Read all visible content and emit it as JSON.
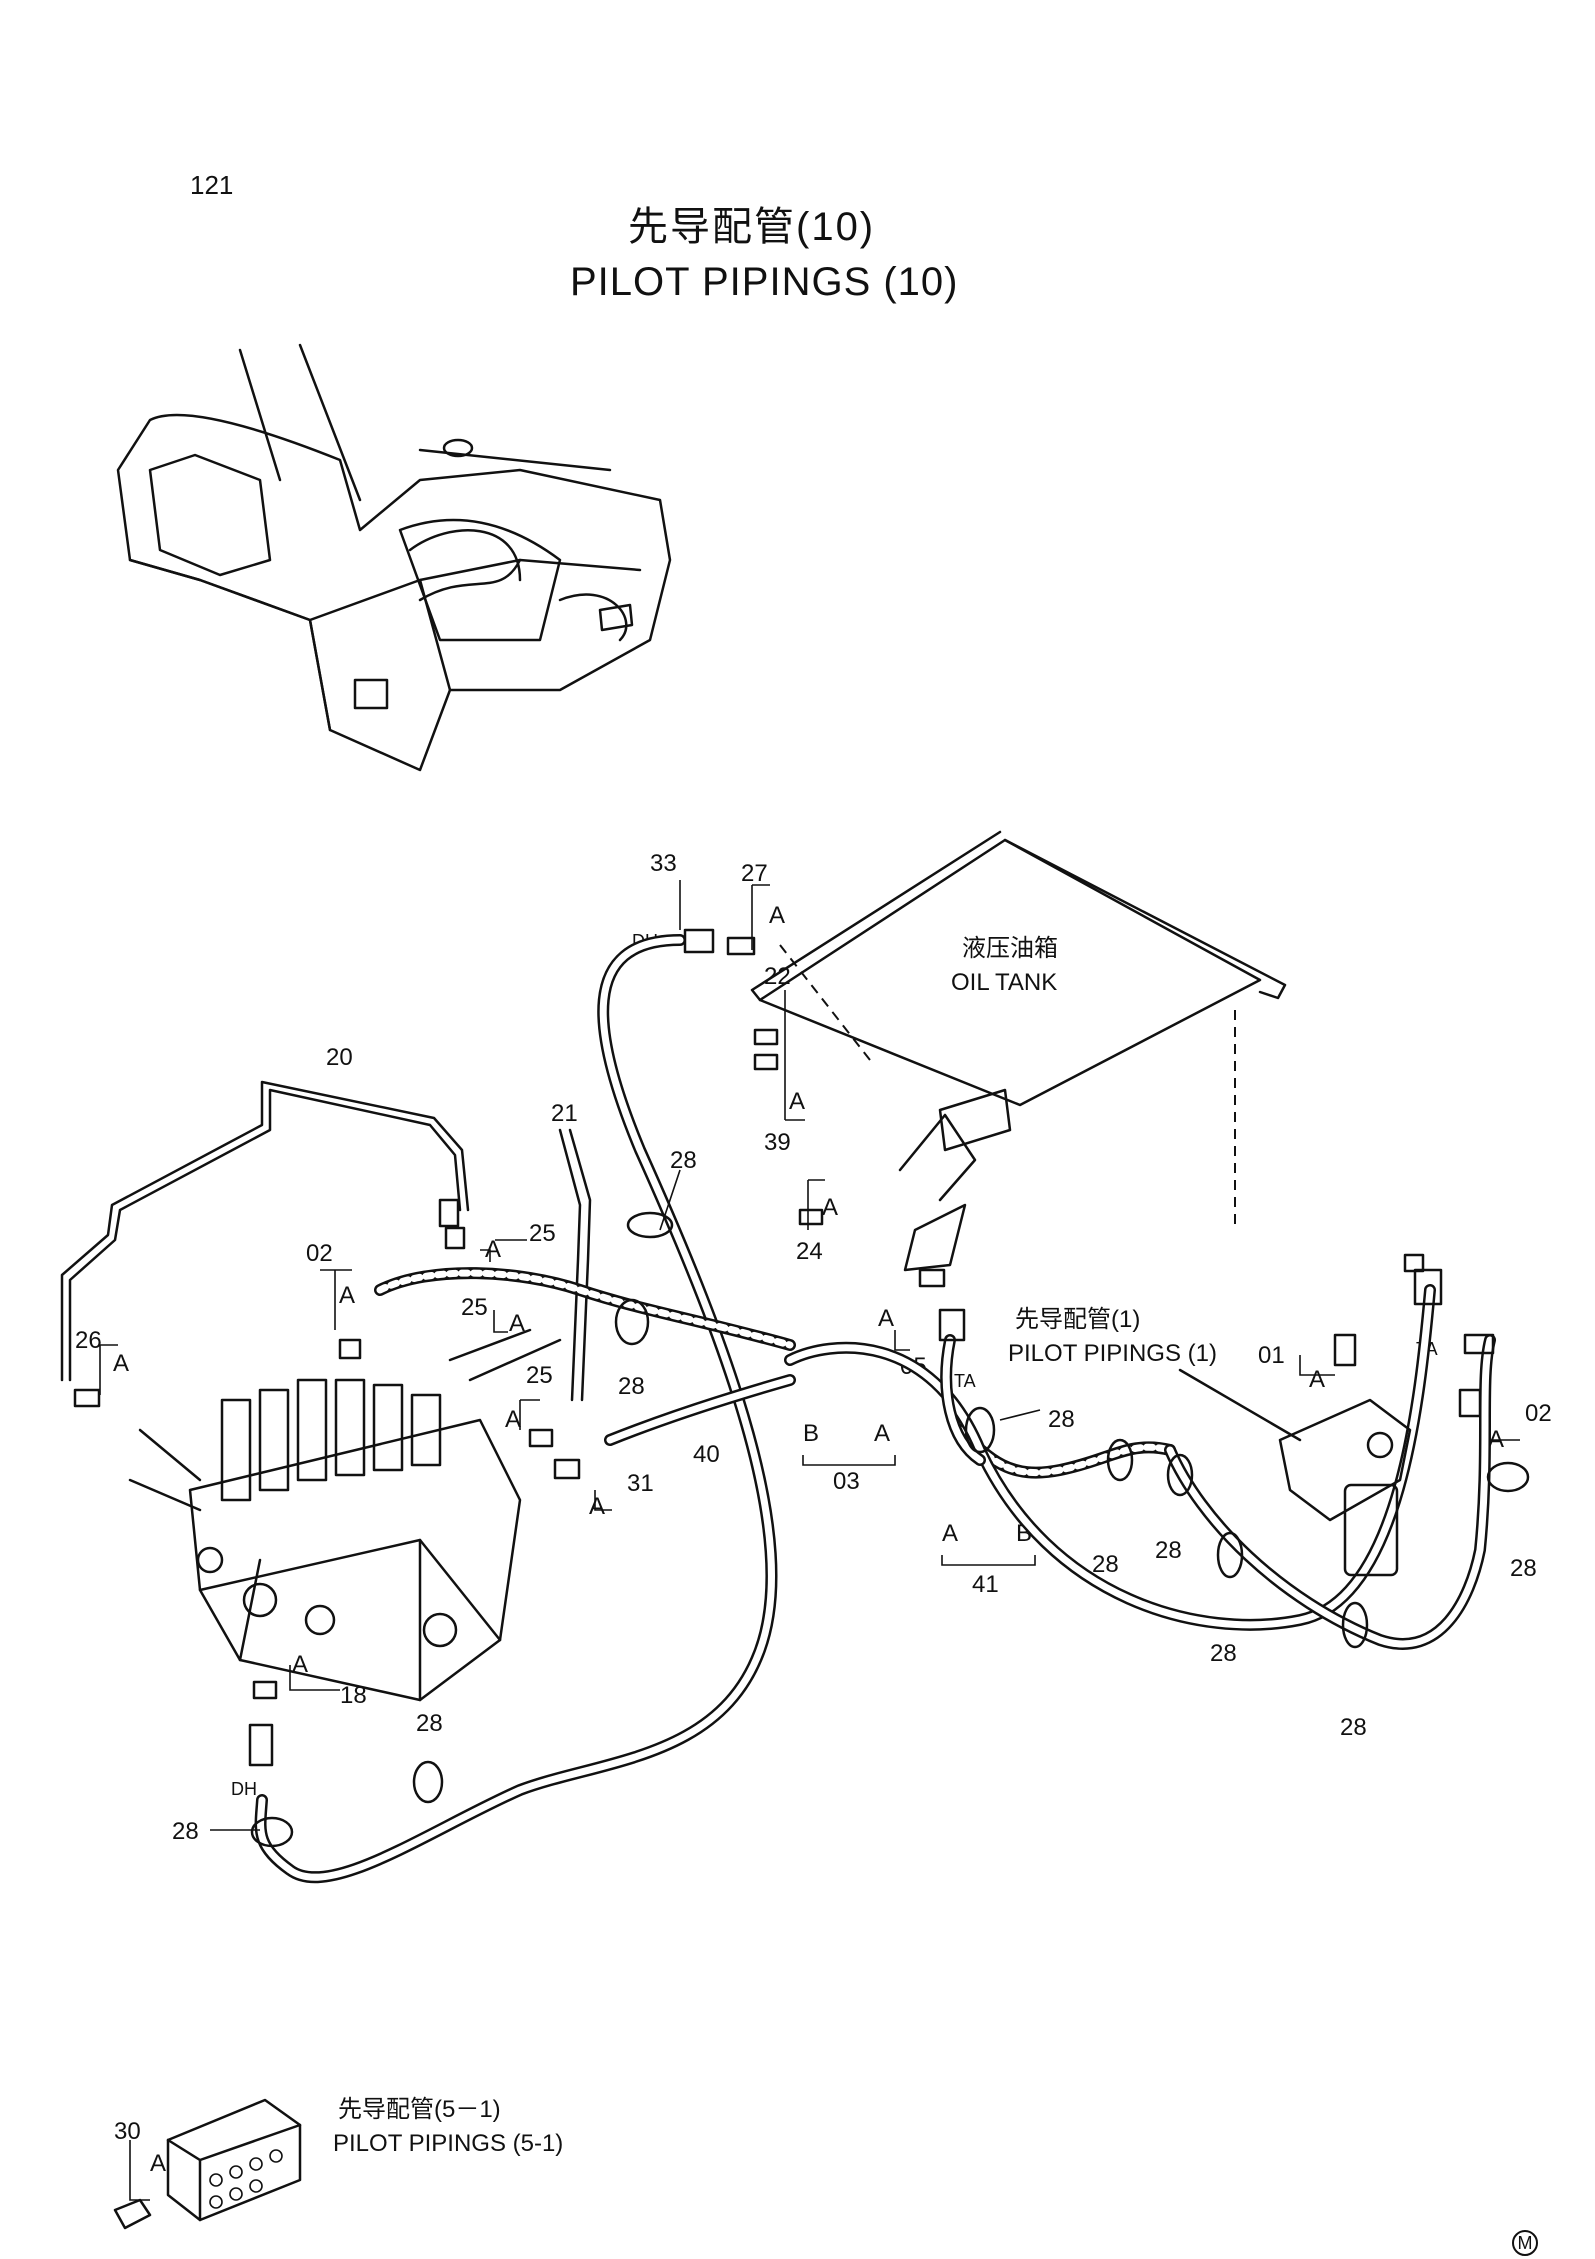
{
  "page_number": "121",
  "title": {
    "chinese": "先导配管(10)",
    "english": "PILOT  PIPINGS  (10)"
  },
  "oil_tank": {
    "chinese": "液压油箱",
    "english": "OIL  TANK"
  },
  "ref_pilot_1": {
    "chinese": "先导配管(1)",
    "english": "PILOT PIPINGS (1)"
  },
  "ref_pilot_5_1": {
    "chinese": "先导配管(5－1)",
    "english": "PILOT PIPINGS (5-1)"
  },
  "markers": {
    "dh": "DH",
    "ta": "TA",
    "a": "A",
    "b": "B"
  },
  "part_numbers": {
    "p33": "33",
    "p27": "27",
    "p22": "22",
    "p39": "39",
    "p20": "20",
    "p21": "21",
    "p24": "24",
    "p05": "05",
    "p26": "26",
    "p02": "02",
    "p25": "25",
    "p40": "40",
    "p03": "03",
    "p31": "31",
    "p18": "18",
    "p41": "41",
    "p01": "01",
    "p30": "30",
    "p28": "28"
  },
  "corner_mark": "M"
}
